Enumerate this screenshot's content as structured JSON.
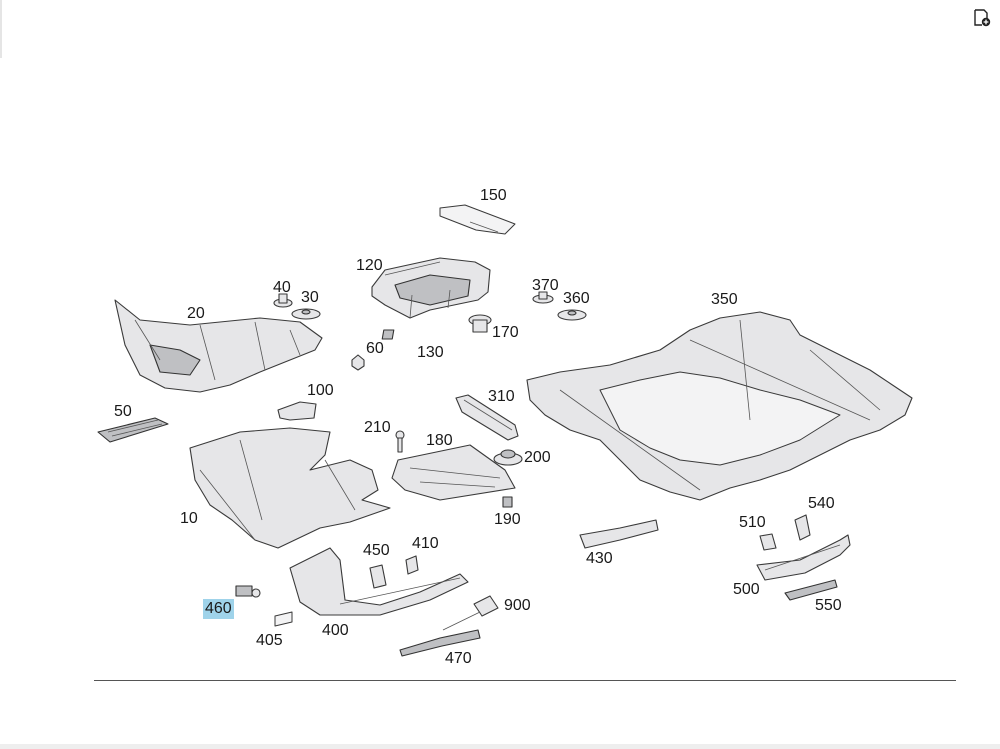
{
  "toolbar": {
    "icon": "page-add-icon"
  },
  "callouts": [
    {
      "id": "150",
      "label": "150"
    },
    {
      "id": "120",
      "label": "120"
    },
    {
      "id": "40",
      "label": "40"
    },
    {
      "id": "30",
      "label": "30"
    },
    {
      "id": "370",
      "label": "370"
    },
    {
      "id": "360",
      "label": "360"
    },
    {
      "id": "350",
      "label": "350"
    },
    {
      "id": "20",
      "label": "20"
    },
    {
      "id": "60",
      "label": "60"
    },
    {
      "id": "130",
      "label": "130"
    },
    {
      "id": "170",
      "label": "170"
    },
    {
      "id": "100",
      "label": "100"
    },
    {
      "id": "310",
      "label": "310"
    },
    {
      "id": "50",
      "label": "50"
    },
    {
      "id": "210",
      "label": "210"
    },
    {
      "id": "180",
      "label": "180"
    },
    {
      "id": "200",
      "label": "200"
    },
    {
      "id": "10",
      "label": "10"
    },
    {
      "id": "190",
      "label": "190"
    },
    {
      "id": "540",
      "label": "540"
    },
    {
      "id": "510",
      "label": "510"
    },
    {
      "id": "450",
      "label": "450"
    },
    {
      "id": "410",
      "label": "410"
    },
    {
      "id": "430",
      "label": "430"
    },
    {
      "id": "500",
      "label": "500"
    },
    {
      "id": "460",
      "label": "460",
      "highlighted": true
    },
    {
      "id": "900",
      "label": "900"
    },
    {
      "id": "550",
      "label": "550"
    },
    {
      "id": "400",
      "label": "400"
    },
    {
      "id": "405",
      "label": "405"
    },
    {
      "id": "470",
      "label": "470"
    }
  ],
  "colors": {
    "highlight": "#9fd3ea",
    "part_fill": "#e6e6e8",
    "outline": "#3a3a3a"
  }
}
